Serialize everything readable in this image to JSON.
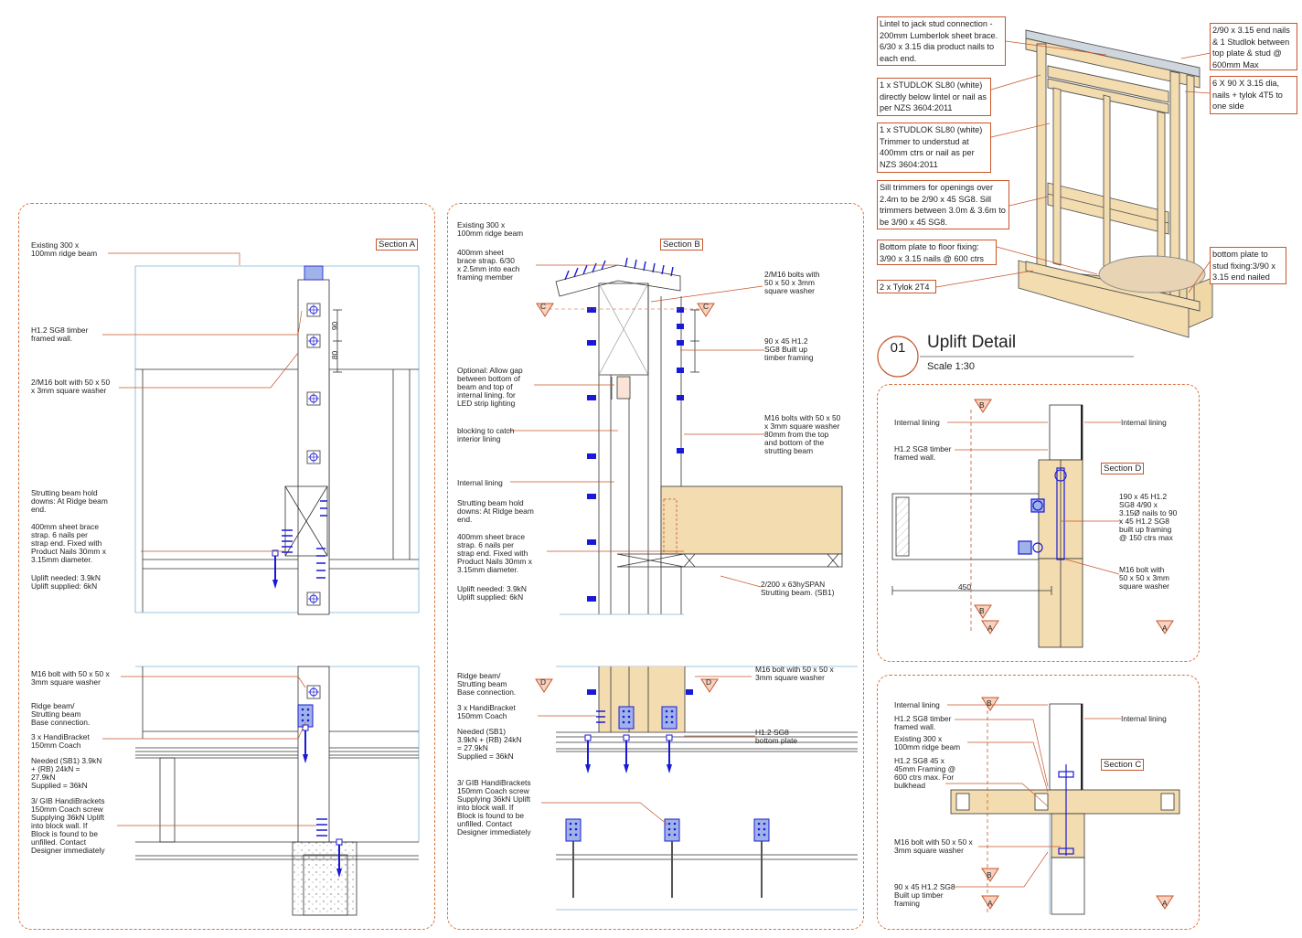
{
  "sections": {
    "a": "Section A",
    "b": "Section B",
    "c": "Section C",
    "d": "Section D"
  },
  "iso": {
    "n1": "Lintel to jack stud connection - 200mm Lumberlok sheet brace. 6/30 x 3.15 dia product nails to each end.",
    "n2": "1 x STUDLOK SL80 (white) directly below lintel or nail as per NZS 3604:2011",
    "n3": "1 x STUDLOK SL80 (white) Trimmer to understud at 400mm ctrs or nail as per NZS 3604:2011",
    "n4": "Sill trimmers for openings over 2.4m to be 2/90 x 45 SG8. Sill trimmers between 3.0m & 3.6m to be 3/90 x 45 SG8.",
    "n5": "Bottom plate to floor fixing: 3/90 x 3.15 nails @ 600 ctrs",
    "n6": "2 x Tylok 2T4",
    "n7": "2/90 x 3.15 end nails & 1 Studlok between top plate & stud @ 600mm Max",
    "n8": "6 X 90 X 3.15 dia, nails + tylok 4T5 to one side",
    "n9": "bottom plate to stud fixing:3/90 x 3.15 end nailed"
  },
  "detail": {
    "number": "01",
    "title": "Uplift Detail",
    "scale": "Scale 1:30"
  },
  "secA": {
    "n1": "Existing 300 x\n100mm ridge beam",
    "n2": "H1.2 SG8 timber\nframed wall.",
    "n3": "2/M16 bolt with 50 x 50\nx 3mm square washer",
    "n4": "Strutting beam hold\ndowns: At Ridge beam\nend.",
    "n5": "400mm sheet brace\nstrap. 6 nails per\nstrap end. Fixed with\nProduct Nails 30mm x\n3.15mm diameter.",
    "n6": "Uplift needed: 3.9kN\nUplift supplied: 6kN",
    "dim1": "90",
    "dim2": "80"
  },
  "secA2": {
    "n1": "M16 bolt with 50 x 50 x\n3mm square washer",
    "n2": "Ridge beam/\nStrutting beam\nBase connection.",
    "n3": "3 x HandiBracket\n150mm Coach",
    "n4": "Needed (SB1) 3.9kN\n+ (RB) 24kN =\n27.9kN\nSupplied = 36kN",
    "n5": "3/ GIB HandiBrackets\n150mm Coach screw\nSupplying 36kN Uplift\ninto block wall. If\nBlock is found to be\nunfilled. Contact\nDesigner immediately"
  },
  "secB": {
    "n1": "Existing 300 x\n100mm ridge beam",
    "n2": "400mm sheet\nbrace strap. 6/30\nx 2.5mm into each\nframing member",
    "n3": "2/M16 bolts with\n50 x 50 x 3mm\nsquare washer",
    "n4": "90 x 45 H1.2\nSG8 Built up\ntimber framing",
    "n5": "Optional: Allow gap\nbetween bottom of\nbeam and top of\ninternal lining. for\nLED strip lighting",
    "n6": "blocking to catch\ninterior lining",
    "n7": "M16 bolts with 50 x 50\nx 3mm square washer\n80mm from the top\nand bottom of the\nstrutting beam",
    "n8": "Internal lining",
    "n9": "Strutting beam hold\ndowns: At Ridge beam\nend.",
    "n10": "400mm sheet brace\nstrap. 6 nails per\nstrap end. Fixed with\nProduct Nails 30mm x\n3.15mm diameter.",
    "n11": "Uplift needed: 3.9kN\nUplift supplied: 6kN",
    "n12": "2/200 x 63hySPAN\nStrutting beam. (SB1)",
    "c": "C"
  },
  "secB2": {
    "n1": "Ridge beam/\nStrutting beam\nBase connection.",
    "n2": "3 x HandiBracket\n150mm Coach",
    "n3": "Needed (SB1)\n3.9kN + (RB) 24kN\n= 27.9kN\nSupplied = 36kN",
    "n4": "3/ GIB HandiBrackets\n150mm Coach screw\nSupplying 36kN Uplift\ninto block wall. If\nBlock is found to be\nunfilled. Contact\nDesigner immediately",
    "n5": "M16 bolt with 50 x 50 x\n3mm square washer",
    "n6": "H1.2 SG8\nbottom plate",
    "d": "D"
  },
  "secD": {
    "n1": "Internal lining",
    "n2": "Internal lining",
    "n3": "H1.2 SG8 timber\nframed wall.",
    "n4": "190 x 45 H1.2\nSG8 4/90 x\n3.15Ø nails to 90\nx 45 H1.2 SG8\nbuilt up framing\n@ 150 ctrs max",
    "n5": "M16 bolt with\n50 x 50 x 3mm\nsquare washer",
    "dim": "450",
    "a": "A",
    "b": "B"
  },
  "secC": {
    "n1": "Internal lining",
    "n2": "H1.2 SG8 timber\nframed wall.",
    "n3": "Existing 300 x\n100mm ridge beam",
    "n4": "H1.2 SG8 45 x\n45mm Framing @\n600 ctrs max. For\nbulkhead",
    "n5": "Internal lining",
    "n6": "M16 bolt with 50 x 50 x\n3mm square washer",
    "n7": "90 x 45 H1.2 SG8\nBuilt up timber\nframing"
  },
  "colors": {
    "accent": "#d9703a",
    "blue": "#1a1ad6",
    "timber": "#f3ddb0",
    "line": "#333333"
  }
}
